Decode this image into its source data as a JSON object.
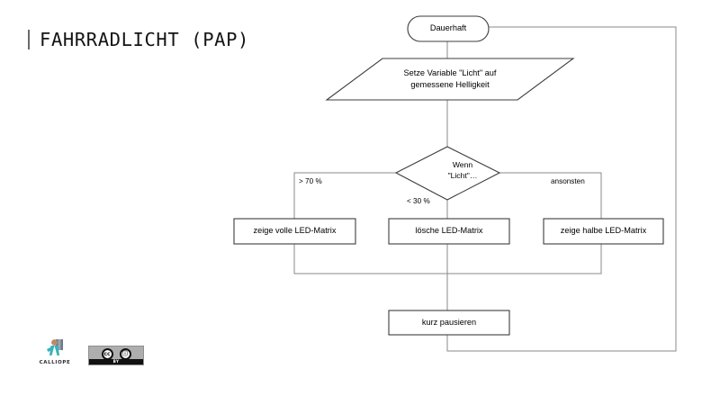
{
  "slide": {
    "title": "FAHRRADLICHT (PAP)",
    "title_bar": "|"
  },
  "flowchart": {
    "start": {
      "label": "Dauerhaft"
    },
    "assign": {
      "line1": "Setze Variable \"Licht\" auf",
      "line2": "gemessene Helligkeit"
    },
    "decision": {
      "line1": "Wenn",
      "line2": "\"Licht\"…"
    },
    "branch_labels": {
      "left": "> 70 %",
      "center": "< 30 %",
      "right": "ansonsten"
    },
    "actions": {
      "left": "zeige volle LED-Matrix",
      "center": "lösche LED-Matrix",
      "right": "zeige halbe LED-Matrix"
    },
    "pause": {
      "label": "kurz pausieren"
    },
    "colors": {
      "stroke": "#3c3c3c",
      "connector": "#8a8a8a",
      "fill": "#ffffff",
      "text": "#000000"
    }
  },
  "footer": {
    "calliope": {
      "wordmark": "CALLIOPE",
      "icon": "calliope-figure-icon"
    },
    "license": {
      "cc_glyph": "cc",
      "person_glyph": "ⓘ",
      "by_label": "BY"
    }
  }
}
